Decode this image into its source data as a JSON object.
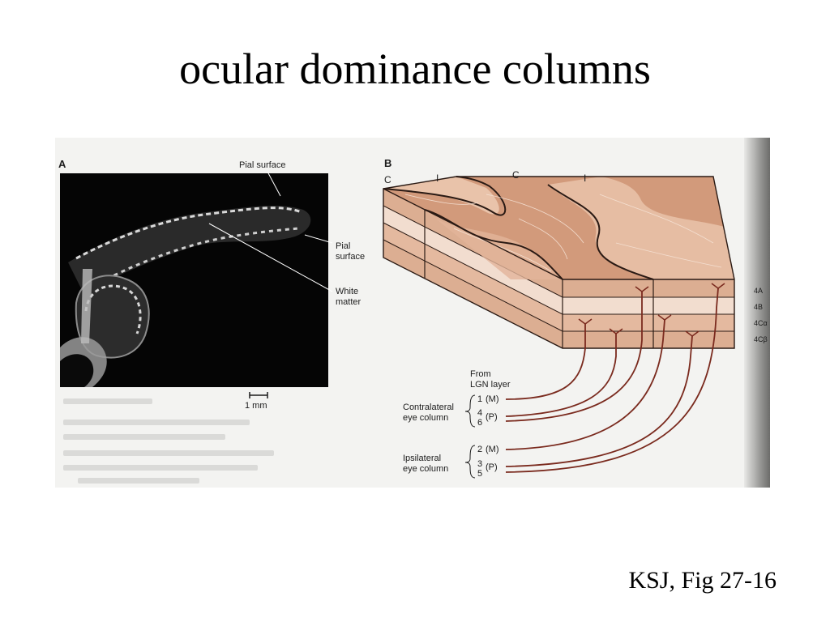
{
  "slide": {
    "title": "ocular dominance columns",
    "citation": "KSJ, Fig 27-16"
  },
  "figure": {
    "panel_a": {
      "letter": "A",
      "label_pial_top": "Pial surface",
      "label_pial_right": [
        "Pial",
        "surface"
      ],
      "label_white_matter": [
        "White",
        "matter"
      ],
      "scale_bar": "1 mm"
    },
    "panel_b": {
      "letter": "B",
      "column_labels": [
        "C",
        "I",
        "C",
        "I"
      ],
      "layer_labels": [
        "4A",
        "4B",
        "4Cα",
        "4Cβ"
      ],
      "from_label": [
        "From",
        "LGN layer"
      ],
      "contralateral": {
        "label": [
          "Contralateral",
          "eye column"
        ],
        "layers": [
          {
            "num": "1",
            "type": "(M)"
          },
          {
            "num": "4",
            "type": "(P)"
          },
          {
            "num": "6",
            "type": ""
          }
        ]
      },
      "ipsilateral": {
        "label": [
          "Ipsilateral",
          "eye column"
        ],
        "layers": [
          {
            "num": "2",
            "type": "(M)"
          },
          {
            "num": "3",
            "type": "(P)"
          },
          {
            "num": "5",
            "type": ""
          }
        ]
      }
    },
    "colors": {
      "tissue_top": "#d29a7b",
      "tissue_side": "#dcae92",
      "tissue_light": "#f2ddcf",
      "outline": "#2a1a14",
      "fiber": "#7a2a1e"
    }
  }
}
